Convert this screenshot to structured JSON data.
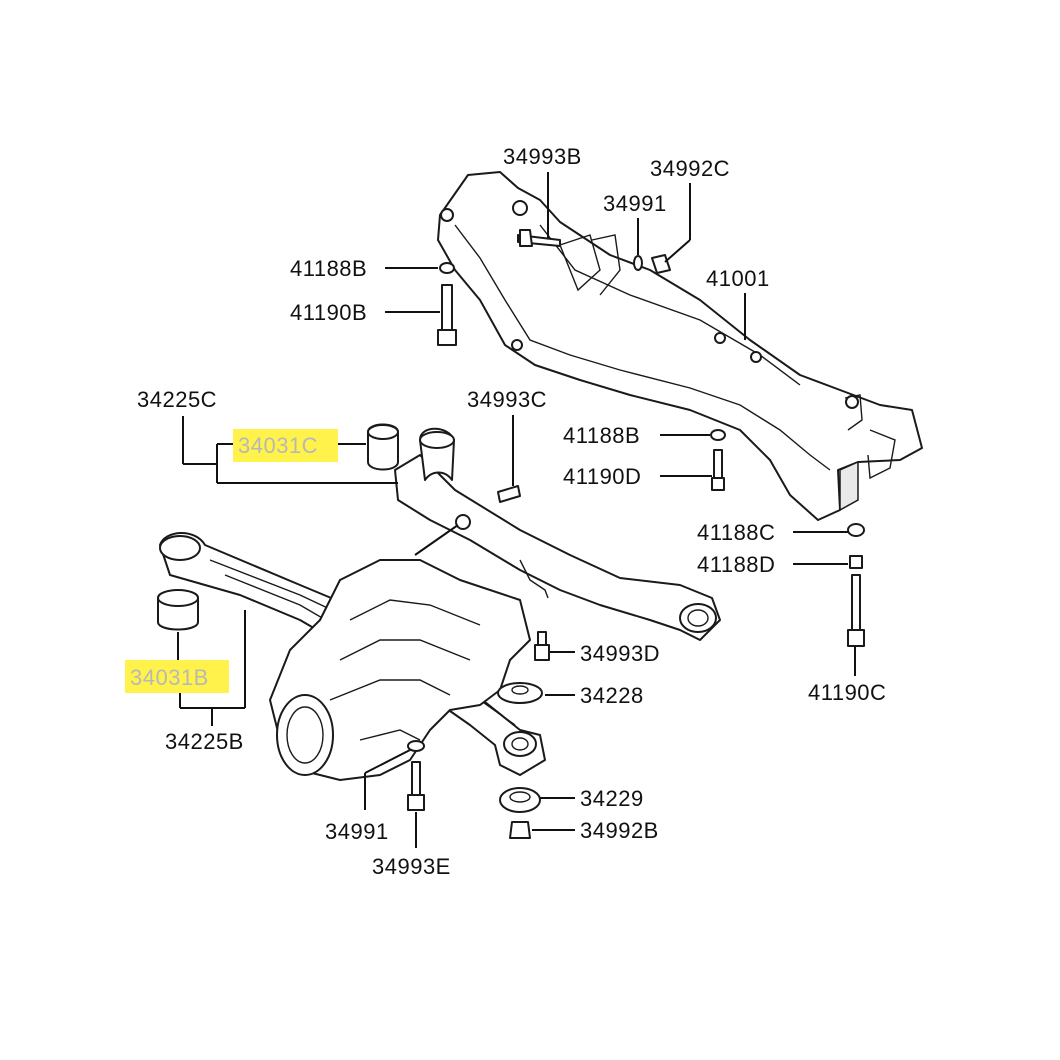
{
  "labels": {
    "p34993B": "34993B",
    "p34992C": "34992C",
    "p34991_top": "34991",
    "p41001": "41001",
    "p41188B_top": "41188B",
    "p41190B": "41190B",
    "p34225C": "34225C",
    "p34993C": "34993C",
    "p34031C": "34031C",
    "p41188B_mid": "41188B",
    "p41190D": "41190D",
    "p41188C": "41188C",
    "p41188D": "41188D",
    "p34031B": "34031B",
    "p34993D": "34993D",
    "p34228": "34228",
    "p41190C": "41190C",
    "p34225B": "34225B",
    "p34229": "34229",
    "p34991_bottom": "34991",
    "p34992B": "34992B",
    "p34993E": "34993E"
  },
  "highlight_color": "#fff24a"
}
